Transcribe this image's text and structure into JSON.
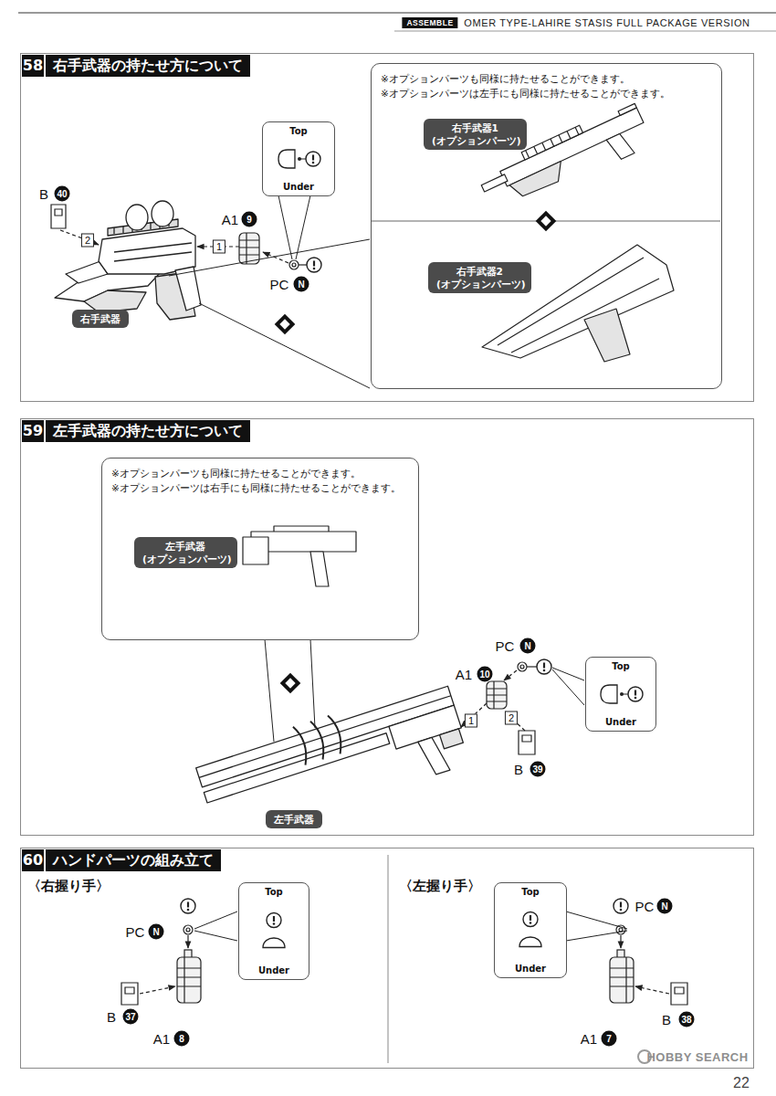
{
  "diagram": {
    "nodes": [
      {
        "text": [
          "58",
          "右手武器の持たせ方について"
        ]
      },
      {
        "text": [
          "※オプションパーツも同様に持たせることができます。",
          "※オプションパーツは左手にも同様に持たせることができます。"
        ],
        "in": 0
      },
      {
        "text": [
          "右手武器1 (オプションパーツ)"
        ],
        "in": 1
      },
      {
        "text": [
          "右手武器2 (オプションパーツ)"
        ],
        "in": 1
      },
      {
        "text": [
          "右手武器"
        ],
        "in": 0
      },
      {
        "text": [
          "Top",
          "Under"
        ],
        "in": 0
      },
      {
        "text": [
          "59",
          "左手武器の持たせ方について"
        ]
      },
      {
        "text": [
          "※オプションパーツも同様に持たせることができます。",
          "※オプションパーツは右手にも同様に持たせることができます。"
        ],
        "in": 6
      },
      {
        "text": [
          "左手武器 (オプションパーツ)"
        ],
        "in": 7
      },
      {
        "text": [
          "左手武器"
        ],
        "in": 6
      },
      {
        "text": [
          "Top",
          "Under"
        ],
        "in": 6
      },
      {
        "text": [
          "60",
          "ハンドパーツの組み立て"
        ]
      },
      {
        "text": [
          "Top",
          "Under"
        ],
        "in": 11
      },
      {
        "text": [
          "Top",
          "Under"
        ],
        "in": 11
      }
    ],
    "labels": [
      "ASSEMBLE",
      "OMER TYPE-LAHIRE STASIS FULL PACKAGE VERSION",
      "B",
      "40",
      "2",
      "1",
      "A1",
      "9",
      "PC",
      "N",
      "PC",
      "N",
      "A1",
      "10",
      "2",
      "1",
      "B",
      "39",
      "〈右握り手〉",
      "PC",
      "N",
      "B",
      "37",
      "A1",
      "8",
      "〈左握り手〉",
      "PC",
      "N",
      "A1",
      "7",
      "B",
      "38",
      "HOBBY SEARCH",
      "22"
    ]
  }
}
